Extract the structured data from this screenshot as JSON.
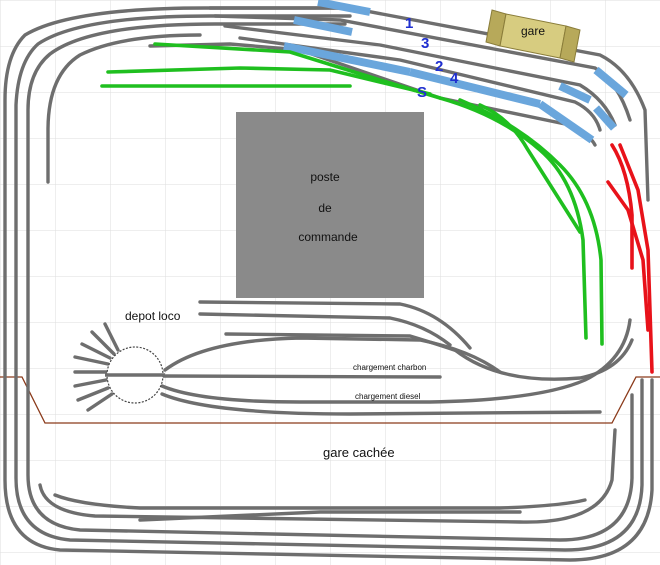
{
  "labels": {
    "station": "gare",
    "control_line1": "poste",
    "control_line2": "de",
    "control_line3": "commande",
    "loco_depot": "depot loco",
    "coal_loading": "chargement charbon",
    "diesel_loading": "chargement diesel",
    "hidden_station": "gare cachée"
  },
  "track_numbers": {
    "t1": "1",
    "t2": "2",
    "t3": "3",
    "t4": "4",
    "ts": "S"
  },
  "colors": {
    "track": "#6e6e6e",
    "platform": "#6aa6dc",
    "green_track": "#1fbf1f",
    "red_track": "#e8121a",
    "control_room": "#8a8a8a",
    "station_building": "#d7cc80",
    "hidden_zone_line": "#8b3a1a",
    "grid": "#d9d9d9"
  }
}
